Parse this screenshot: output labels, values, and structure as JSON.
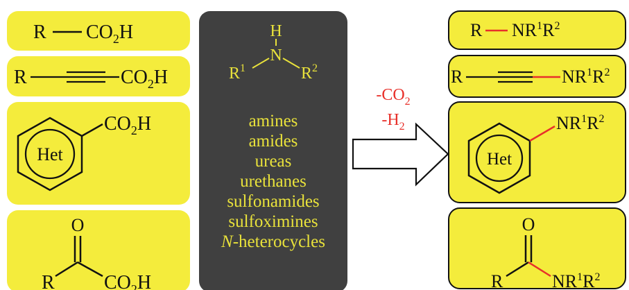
{
  "colors": {
    "box_fill": "#f4ec3c",
    "center_fill": "#404040",
    "center_text": "#e9e23b",
    "red": "#e8302a",
    "ink": "#111111"
  },
  "left_panels": {
    "acid_alkyl": {
      "r": "R",
      "group": "CO",
      "sub": "2",
      "tail": "H"
    },
    "acid_alkynyl": {
      "r": "R",
      "group": "CO",
      "sub": "2",
      "tail": "H"
    },
    "acid_aryl": {
      "group": "CO",
      "sub": "2",
      "tail": "H",
      "het": "Het"
    },
    "acid_keto": {
      "r": "R",
      "o": "O",
      "group": "CO",
      "sub": "2",
      "tail": "H"
    }
  },
  "center": {
    "amine": {
      "h": "H",
      "n": "N",
      "r1": "R",
      "r1_sup": "1",
      "r2": "R",
      "r2_sup": "2"
    },
    "classes": [
      "amines",
      "amides",
      "ureas",
      "urethanes",
      "sulfonamides",
      "sulfoximines"
    ],
    "last_class_prefix": "N",
    "last_class_suffix": "-heterocycles"
  },
  "arrow": {
    "line1": {
      "text": "-CO",
      "sub": "2"
    },
    "line2": {
      "text": "-H",
      "sub": "2"
    }
  },
  "right_panels": {
    "amine_alkyl": {
      "r": "R",
      "n": "NR",
      "sup1": "1",
      "r2": "R",
      "sup2": "2"
    },
    "amine_alkynyl": {
      "r": "R",
      "n": "NR",
      "sup1": "1",
      "r2": "R",
      "sup2": "2"
    },
    "amine_aryl": {
      "n": "NR",
      "sup1": "1",
      "r2": "R",
      "sup2": "2",
      "het": "Het"
    },
    "amide_keto": {
      "r": "R",
      "o": "O",
      "n": "NR",
      "sup1": "1",
      "r2": "R",
      "sup2": "2"
    }
  }
}
